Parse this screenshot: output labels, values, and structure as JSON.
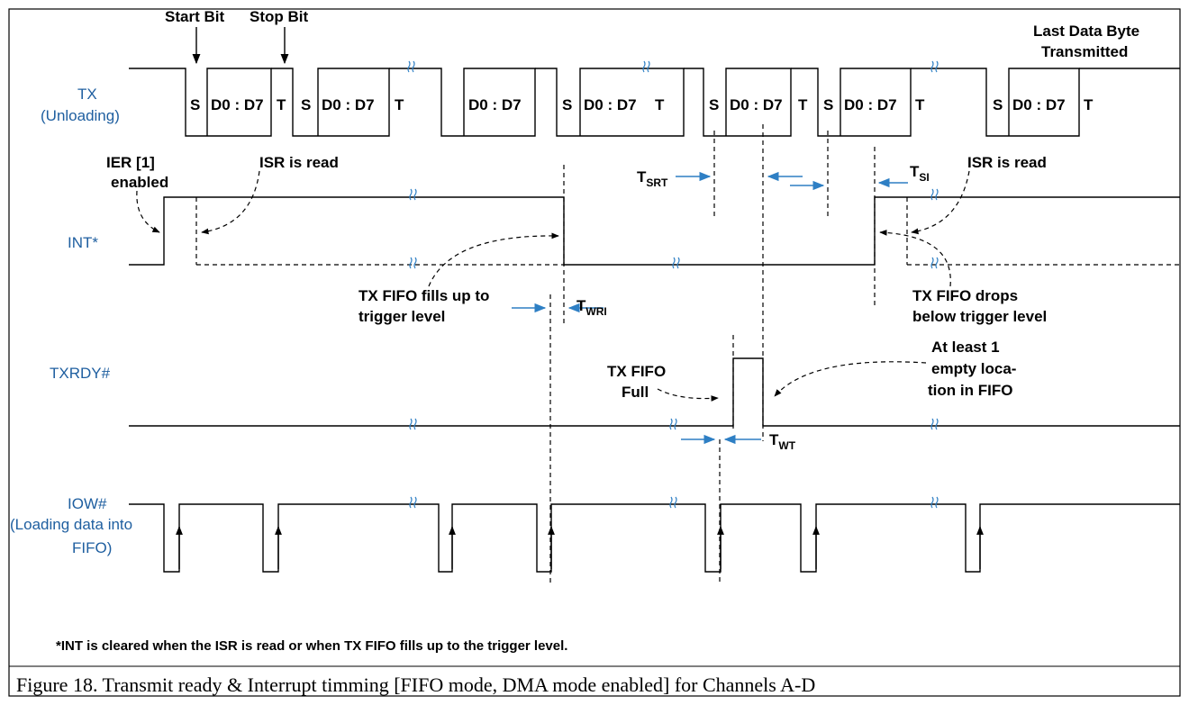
{
  "diagram": {
    "annotations": {
      "start_bit": "Start Bit",
      "stop_bit": "Stop Bit",
      "last_byte_line1": "Last Data Byte",
      "last_byte_line2": "Transmitted",
      "ier_line1": "IER [1]",
      "ier_line2": "enabled",
      "isr_read_1": "ISR is read",
      "isr_read_2": "ISR is read",
      "fills_line1": "TX FIFO fills up to",
      "fills_line2": "trigger level",
      "drops_line1": "TX FIFO drops",
      "drops_line2": "below trigger level",
      "full_line1": "TX FIFO",
      "full_line2": "Full",
      "empty_line1": "At least 1",
      "empty_line2": "empty loca-",
      "empty_line3": "tion in FIFO"
    },
    "timing": {
      "t": "T",
      "srt_sub": "SRT",
      "si_sub": "SI",
      "wri_sub": "WRI",
      "wt_sub": "WT"
    },
    "signals": {
      "tx_name": "TX",
      "tx_sub": "(Unloading)",
      "int_name": "INT*",
      "txrdy_name": "TXRDY#",
      "iow_name": "IOW#",
      "iow_sub1": "(Loading data into",
      "iow_sub2": "FIFO)"
    },
    "tx_fields": {
      "start": "S",
      "data": "D0 : D7",
      "stop": "T"
    },
    "footnote": "*INT is cleared when the ISR is read or when TX FIFO fills up to the trigger level.",
    "caption": "Figure 18. Transmit ready & Interrupt timming [FIFO mode, DMA mode enabled] for Channels A-D"
  }
}
